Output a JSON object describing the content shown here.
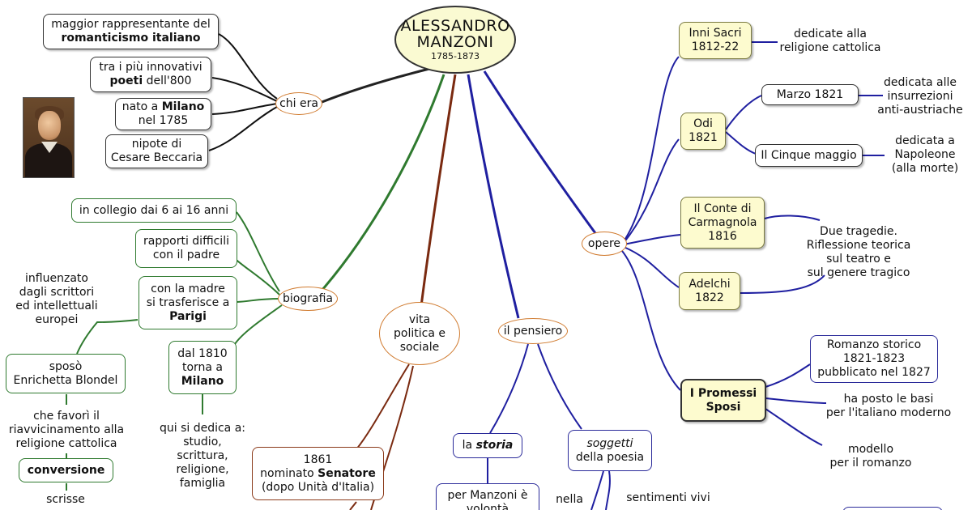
{
  "central": {
    "title": "ALESSANDRO\nMANZONI",
    "dates": "1785-1873"
  },
  "chi_era": {
    "label": "chi era",
    "items": {
      "rappresentante_pre": "maggior rappresentante del",
      "rappresentante_bold": "romanticismo italiano",
      "innovativi_pre": "tra i più innovativi",
      "innovativi_bold": "poeti",
      "innovativi_post": " dell'800",
      "nato_pre": "nato a ",
      "nato_bold": "Milano",
      "nato_post": "nel 1785",
      "nipote": "nipote di\nCesare Beccaria"
    }
  },
  "biografia": {
    "label": "biografia",
    "collegio": "in collegio dai 6 ai 16 anni",
    "padre": "rapporti difficili\ncon il padre",
    "madre_pre": "con la madre\nsi trasferisce a",
    "madre_bold": "Parigi",
    "influenzato": "influenzato\ndagli scrittori\ned intellettuali\neuropei",
    "milano_pre": "dal 1810\ntorna a",
    "milano_bold": "Milano",
    "dedica": "qui si dedica a:\nstudio,\nscrittura,\nreligione,\nfamiglia",
    "sposo": "sposò\nEnrichetta Blondel",
    "favori": "che favorì il\nriavvicinamento alla\nreligione cattolica",
    "conversione": "conversione",
    "scrisse": "scrisse"
  },
  "vita_politica": {
    "label": "vita\npolitica e\nsociale",
    "senatore_pre": "1861\nnominato ",
    "senatore_bold": "Senatore",
    "senatore_post": "(dopo Unità d'Italia)"
  },
  "pensiero": {
    "label": "il pensiero",
    "storia_pre": "la ",
    "storia_it": "storia",
    "volonta": "per Manzoni è\nvolontà",
    "soggetti_it": "soggetti",
    "soggetti_post": "della poesia",
    "nella": "nella",
    "sentimenti": "sentimenti vivi"
  },
  "opere": {
    "label": "opere",
    "inni": "Inni Sacri\n1812-22",
    "inni_note": "dedicate alla\nreligione cattolica",
    "odi": "Odi\n1821",
    "marzo": "Marzo 1821",
    "marzo_note": "dedicata alle\ninsurrezioni\nanti-austriache",
    "cinque_maggio": "Il Cinque maggio",
    "cinque_note": "dedicata a\nNapoleone\n(alla morte)",
    "carmagnola": "Il Conte di\nCarmagnola\n1816",
    "tragedie_note": "Due tragedie.\nRiflessione teorica\nsul teatro e\nsul genere tragico",
    "adelchi": "Adelchi\n1822",
    "promessi": "I Promessi\nSposi",
    "storico": "Romanzo storico\n1821-1823\npubblicato nel 1827",
    "basi": "ha posto le basi\nper l'italiano moderno",
    "modello": "modello\nper il romanzo"
  },
  "colors": {
    "chi_era_links": "#111111",
    "biografia_links": "#2f7a2f",
    "vita_links": "#7a2a10",
    "pensiero_links": "#1f1fa0",
    "opere_links": "#1f1fa0",
    "ellipse_border": "#d07a2e",
    "central_fill": "#fafad2",
    "yellow_box": "#fdfbcf"
  }
}
